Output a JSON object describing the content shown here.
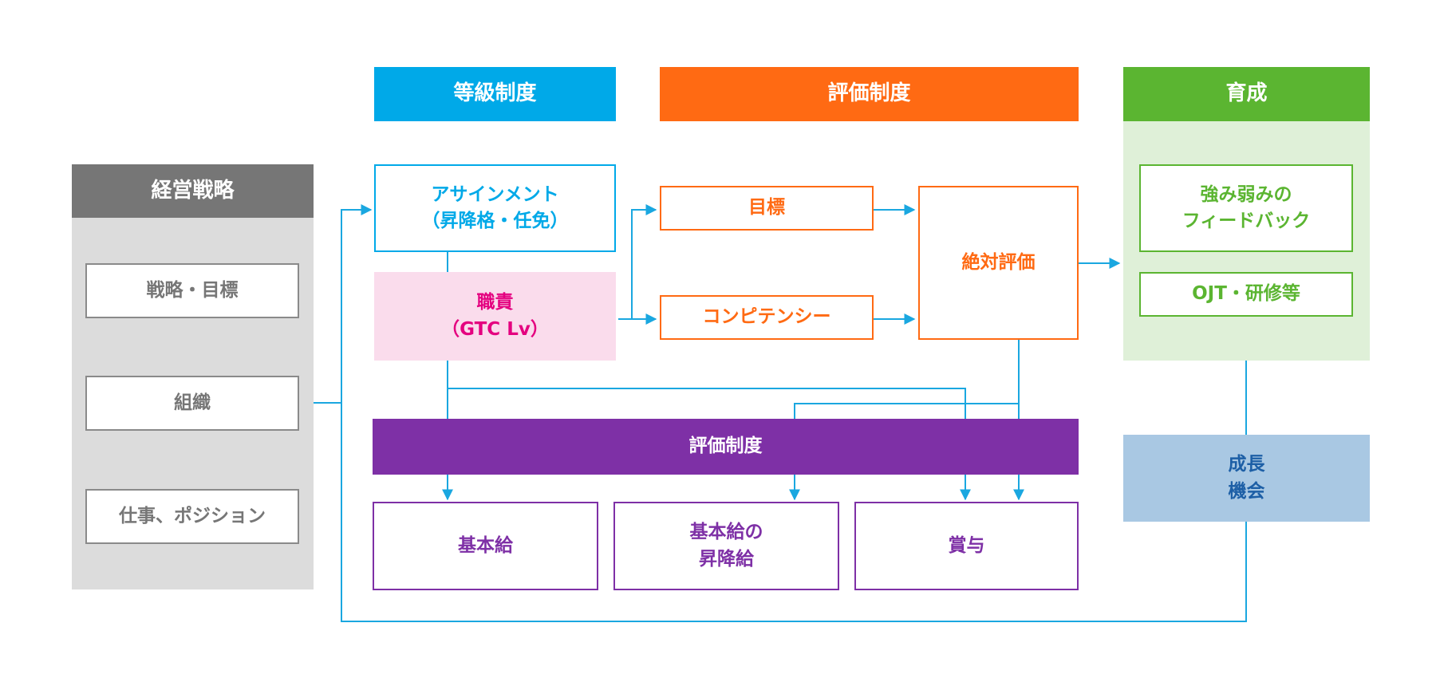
{
  "colors": {
    "grade": "#00a9e8",
    "evaluation": "#ff6a13",
    "development": "#5bb531",
    "development_bg": "#dff0d8",
    "strategy": "#767676",
    "strategy_bg": "#dcdcdc",
    "duty_bg": "#fadcec",
    "duty_text": "#e4007f",
    "compensation": "#7e30a6",
    "opportunity_bg": "#a9c8e3",
    "opportunity_text": "#1d5fa6",
    "connector": "#1aa7e0"
  },
  "strategy": {
    "header": "経営戦略",
    "items": [
      "戦略・目標",
      "組織",
      "仕事、ポジション"
    ]
  },
  "grade": {
    "header": "等級制度",
    "assignment": [
      "アサインメント",
      "（昇降格・任免）"
    ],
    "duty": [
      "職責",
      "（GTC Lv）"
    ]
  },
  "evaluation": {
    "header": "評価制度",
    "goal": "目標",
    "competency": "コンピテンシー",
    "absolute": "絶対評価"
  },
  "development": {
    "header": "育成",
    "feedback": [
      "強み弱みの",
      "フィードバック"
    ],
    "ojt": "OJT・研修等"
  },
  "compensation": {
    "header": "評価制度",
    "base": "基本給",
    "raise": [
      "基本給の",
      "昇降給"
    ],
    "bonus": "賞与"
  },
  "opportunity": [
    "成長",
    "機会"
  ]
}
